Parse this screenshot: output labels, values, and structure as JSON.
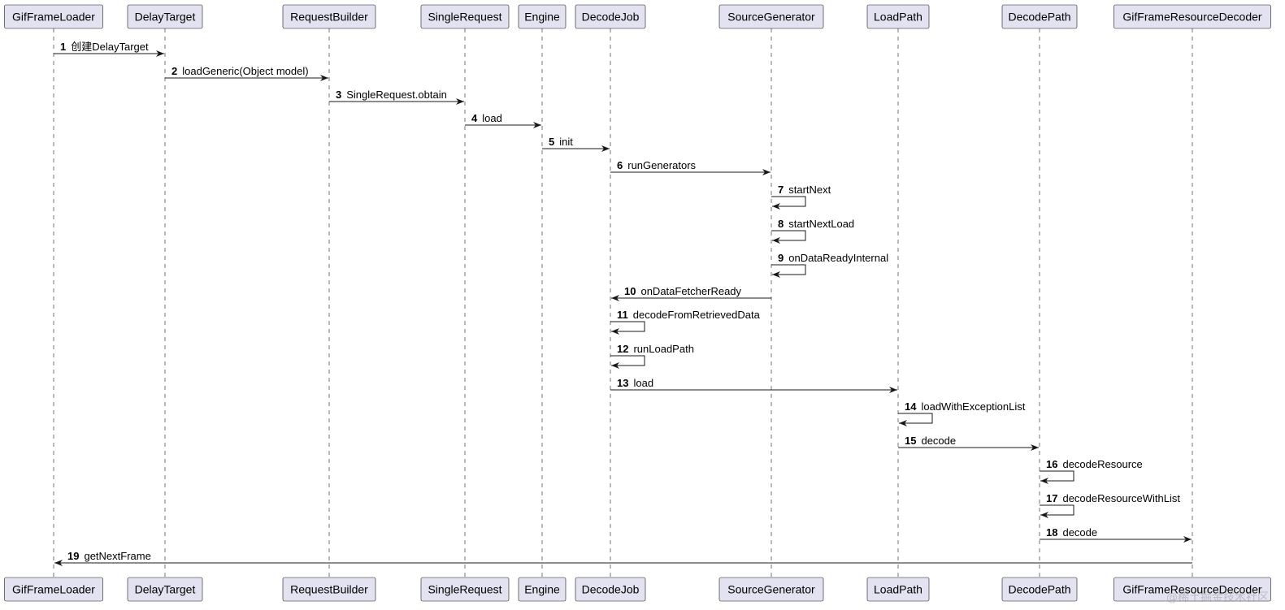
{
  "diagram": {
    "participants": [
      {
        "id": "GifFrameLoader",
        "label": "GifFrameLoader"
      },
      {
        "id": "DelayTarget",
        "label": "DelayTarget"
      },
      {
        "id": "RequestBuilder",
        "label": "RequestBuilder"
      },
      {
        "id": "SingleRequest",
        "label": "SingleRequest"
      },
      {
        "id": "Engine",
        "label": "Engine"
      },
      {
        "id": "DecodeJob",
        "label": "DecodeJob"
      },
      {
        "id": "SourceGenerator",
        "label": "SourceGenerator"
      },
      {
        "id": "LoadPath",
        "label": "LoadPath"
      },
      {
        "id": "DecodePath",
        "label": "DecodePath"
      },
      {
        "id": "GifFrameResourceDecoder",
        "label": "GifFrameResourceDecoder"
      }
    ],
    "messages": [
      {
        "num": "1",
        "from": "GifFrameLoader",
        "to": "DelayTarget",
        "label": "创建DelayTarget"
      },
      {
        "num": "2",
        "from": "DelayTarget",
        "to": "RequestBuilder",
        "label": "loadGeneric(Object model)"
      },
      {
        "num": "3",
        "from": "RequestBuilder",
        "to": "SingleRequest",
        "label": "SingleRequest.obtain"
      },
      {
        "num": "4",
        "from": "SingleRequest",
        "to": "Engine",
        "label": "load"
      },
      {
        "num": "5",
        "from": "Engine",
        "to": "DecodeJob",
        "label": "init"
      },
      {
        "num": "6",
        "from": "DecodeJob",
        "to": "SourceGenerator",
        "label": "runGenerators"
      },
      {
        "num": "7",
        "from": "SourceGenerator",
        "to": "SourceGenerator",
        "label": "startNext"
      },
      {
        "num": "8",
        "from": "SourceGenerator",
        "to": "SourceGenerator",
        "label": "startNextLoad"
      },
      {
        "num": "9",
        "from": "SourceGenerator",
        "to": "SourceGenerator",
        "label": "onDataReadyInternal"
      },
      {
        "num": "10",
        "from": "SourceGenerator",
        "to": "DecodeJob",
        "label": "onDataFetcherReady"
      },
      {
        "num": "11",
        "from": "DecodeJob",
        "to": "DecodeJob",
        "label": "decodeFromRetrievedData"
      },
      {
        "num": "12",
        "from": "DecodeJob",
        "to": "DecodeJob",
        "label": "runLoadPath"
      },
      {
        "num": "13",
        "from": "DecodeJob",
        "to": "LoadPath",
        "label": "load"
      },
      {
        "num": "14",
        "from": "LoadPath",
        "to": "LoadPath",
        "label": "loadWithExceptionList"
      },
      {
        "num": "15",
        "from": "LoadPath",
        "to": "DecodePath",
        "label": "decode"
      },
      {
        "num": "16",
        "from": "DecodePath",
        "to": "DecodePath",
        "label": "decodeResource"
      },
      {
        "num": "17",
        "from": "DecodePath",
        "to": "DecodePath",
        "label": "decodeResourceWithList"
      },
      {
        "num": "18",
        "from": "DecodePath",
        "to": "GifFrameResourceDecoder",
        "label": "decode"
      },
      {
        "num": "19",
        "from": "GifFrameResourceDecoder",
        "to": "GifFrameLoader",
        "label": "getNextFrame"
      }
    ],
    "watermark": "@稀土掘金技术社区"
  }
}
